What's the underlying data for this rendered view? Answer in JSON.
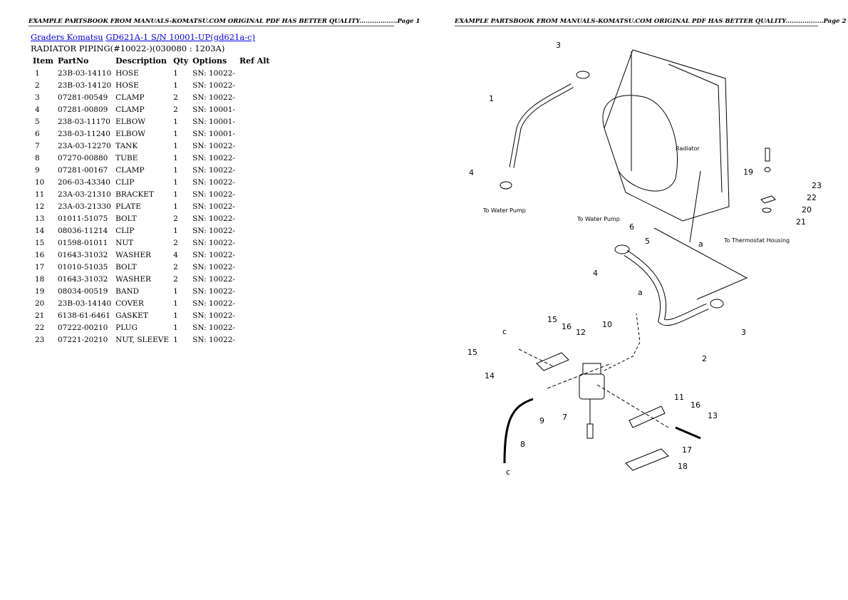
{
  "page1_header": "EXAMPLE PARTSBOOK FROM MANUALS-KOMATSU.COM ORIGINAL PDF HAS BETTER QUALITY..................Page 1",
  "page2_header": "EXAMPLE PARTSBOOK FROM MANUALS-KOMATSU.COM ORIGINAL PDF HAS BETTER QUALITY..................Page 2",
  "breadcrumb": {
    "category": "Graders Komatsu",
    "model": "GD621A-1 S/N 10001-UP(gd621a-c)"
  },
  "subtitle": "RADIATOR PIPING(#10022-)(030080 : 1203A)",
  "columns": [
    "Item",
    "PartNo",
    "Description",
    "Qty",
    "Options",
    "Ref Alt"
  ],
  "rows": [
    [
      "1",
      "23B-03-14110",
      "HOSE",
      "1",
      "SN: 10022-"
    ],
    [
      "2",
      "23B-03-14120",
      "HOSE",
      "1",
      "SN: 10022-"
    ],
    [
      "3",
      "07281-00549",
      "CLAMP",
      "2",
      "SN: 10022-"
    ],
    [
      "4",
      "07281-00809",
      "CLAMP",
      "2",
      "SN: 10001-"
    ],
    [
      "5",
      "238-03-11170",
      "ELBOW",
      "1",
      "SN: 10001-"
    ],
    [
      "6",
      "238-03-11240",
      "ELBOW",
      "1",
      "SN: 10001-"
    ],
    [
      "7",
      "23A-03-12270",
      "TANK",
      "1",
      "SN: 10022-"
    ],
    [
      "8",
      "07270-00880",
      "TUBE",
      "1",
      "SN: 10022-"
    ],
    [
      "9",
      "07281-00167",
      "CLAMP",
      "1",
      "SN: 10022-"
    ],
    [
      "10",
      "206-03-43340",
      "CLIP",
      "1",
      "SN: 10022-"
    ],
    [
      "11",
      "23A-03-21310",
      "BRACKET",
      "1",
      "SN: 10022-"
    ],
    [
      "12",
      "23A-03-21330",
      "PLATE",
      "1",
      "SN: 10022-"
    ],
    [
      "13",
      "01011-51075",
      "BOLT",
      "2",
      "SN: 10022-"
    ],
    [
      "14",
      "08036-11214",
      "CLIP",
      "1",
      "SN: 10022-"
    ],
    [
      "15",
      "01598-01011",
      "NUT",
      "2",
      "SN: 10022-"
    ],
    [
      "16",
      "01643-31032",
      "WASHER",
      "4",
      "SN: 10022-"
    ],
    [
      "17",
      "01010-51035",
      "BOLT",
      "2",
      "SN: 10022-"
    ],
    [
      "18",
      "01643-31032",
      "WASHER",
      "2",
      "SN: 10022-"
    ],
    [
      "19",
      "08034-00519",
      "BAND",
      "1",
      "SN: 10022-"
    ],
    [
      "20",
      "23B-03-14140",
      "COVER",
      "1",
      "SN: 10022-"
    ],
    [
      "21",
      "6138-61-6461",
      "GASKET",
      "1",
      "SN: 10022-"
    ],
    [
      "22",
      "07222-00210",
      "PLUG",
      "1",
      "SN: 10022-"
    ],
    [
      "23",
      "07221-20210",
      "NUT, SLEEVE",
      "1",
      "SN: 10022-"
    ]
  ],
  "diagram": {
    "callouts": [
      "1",
      "2",
      "3",
      "3",
      "4",
      "4",
      "5",
      "6",
      "7",
      "8",
      "9",
      "10",
      "11",
      "12",
      "13",
      "14",
      "15",
      "15",
      "16",
      "16",
      "17",
      "18",
      "19",
      "20",
      "21",
      "22",
      "23",
      "a",
      "a",
      "c",
      "c"
    ],
    "notes": {
      "water_pump": "To Water Pump",
      "radiator": "Radiator",
      "thermostat": "To Thermostat Housing"
    }
  }
}
